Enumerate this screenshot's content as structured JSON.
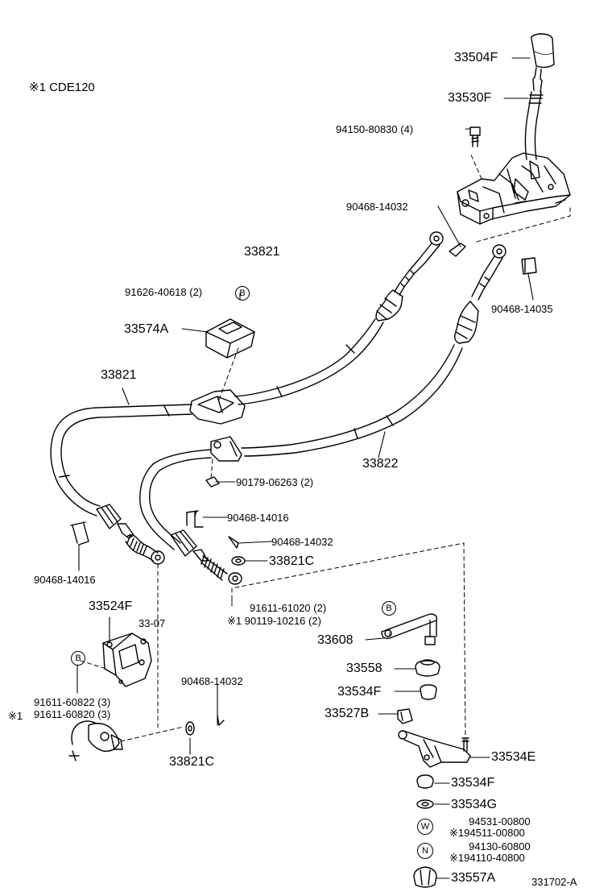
{
  "note": "※1 CDE120",
  "figure_id": "331702-A",
  "badges": {
    "b": "B",
    "w": "W",
    "n": "N"
  },
  "labels": {
    "knob": "33504F",
    "lever": "33530F",
    "bolt": "94150-80830 (4)",
    "clip_top": "90468-14032",
    "cable_top": "33821",
    "clip_right": "90468-14035",
    "bolt_b": "91626-40618 (2)",
    "grommet": "33574A",
    "cable_left": "33821",
    "cable_right": "33822",
    "nut": "90179-06263 (2)",
    "clip_mid": "90468-14016",
    "clip_arrow": "90468-14032",
    "bushing_mid": "33821C",
    "clip_left": "90468-14016",
    "bolt_mid_1": "91611-61020 (2)",
    "bolt_mid_2": "※1 90119-10216 (2)",
    "lever_608": "33608",
    "bracket": "33524F",
    "ref_3307": "33-07",
    "bush_558": "33558",
    "bush_534f_top": "33534F",
    "bolt_left_1": "91611-60822 (3)",
    "bolt_left_2_prefix": "※1",
    "bolt_left_2": "91611-60820 (3)",
    "clip_bottom": "90468-14032",
    "bushing_bottom": "33821C",
    "part_527b": "33527B",
    "part_534e": "33534E",
    "part_534f_bottom": "33534F",
    "part_534g": "33534G",
    "washer_1": "94531-00800",
    "washer_2": "※194511-00800",
    "nut_1": "94130-60800",
    "nut_2": "※194110-40800",
    "part_557a": "33557A"
  }
}
